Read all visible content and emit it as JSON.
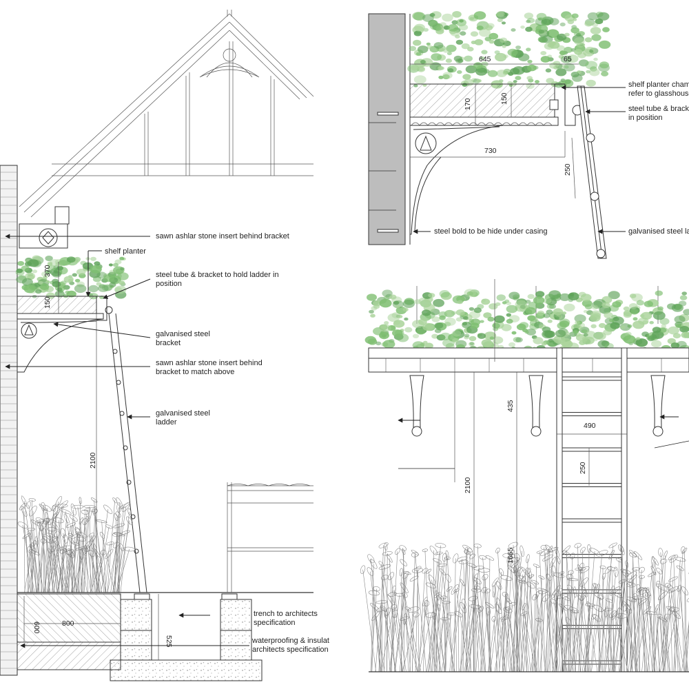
{
  "colors": {
    "wall": "#bdbdbd",
    "line": "#333333",
    "foliage_light": "#a9d39a",
    "foliage_mid": "#7fbf72",
    "foliage_dark": "#5fa35a",
    "shrub": "#888888"
  },
  "left_section": {
    "labels": [
      "sawn ashlar stone insert behind bracket",
      "shelf planter",
      "steel tube & bracket to hold ladder in",
      "position",
      "galvanised steel",
      "bracket",
      "sawn ashlar stone insert behind",
      "bracket to match above",
      "galvanised steel",
      "ladder",
      "trench to architects",
      "specification",
      "waterproofing & insulat",
      "architects specification"
    ],
    "dims": {
      "d370": "370",
      "d150": "150",
      "d2100": "2100",
      "d600": "600",
      "d800": "800",
      "d525": "525"
    }
  },
  "detail": {
    "labels": [
      "shelf planter cham",
      "refer to glasshouse",
      "steel tube & bracke",
      "in position",
      "steel bold to be hide under casing",
      "galvanised steel la"
    ],
    "dims": {
      "d645": "645",
      "d65": "65",
      "d170": "170",
      "d150": "150",
      "d730": "730",
      "d250": "250"
    }
  },
  "elevation": {
    "dims": {
      "d435": "435",
      "d490": "490",
      "d250": "250",
      "d2100": "2100",
      "d1665": "1665"
    }
  }
}
